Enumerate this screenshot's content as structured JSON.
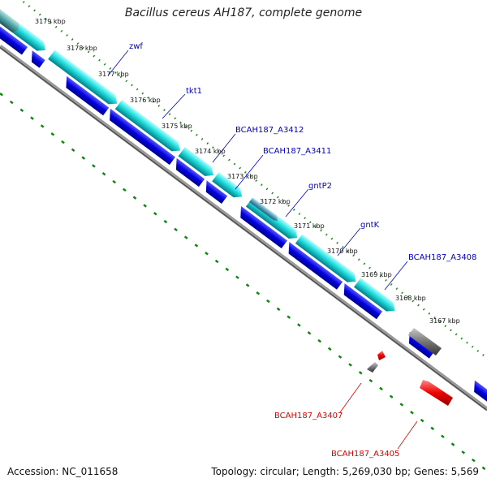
{
  "header": {
    "title": "Bacillus cereus AH187, complete genome"
  },
  "scale_labels": [
    "3179 kbp",
    "3178 kbp",
    "3177 kbp",
    "3176 kbp",
    "3175 kbp",
    "3174 kbp",
    "3173 kbp",
    "3172 kbp",
    "3171 kbp",
    "3170 kbp",
    "3169 kbp",
    "3168 kbp",
    "3167 kbp"
  ],
  "gene_labels": [
    "zwf",
    "tkt1",
    "BCAH187_A3412",
    "BCAH187_A3411",
    "gntP2",
    "gntK",
    "BCAH187_A3408"
  ],
  "red_labels": [
    "BCAH187_A3407",
    "BCAH187_A3405"
  ],
  "footer": {
    "accession": "Accession: NC_011658",
    "summary": "Topology: circular; Length: 5,269,030 bp; Genes: 5,569"
  },
  "colors": {
    "forward_cds": "#00cccc",
    "reverse_cds": "#0000dd",
    "red_feature": "#ee0000",
    "gray_feature": "#777777",
    "backbone": "#888888",
    "ticks": "#118811",
    "blue_label": "#0000cc",
    "red_label": "#dd0000"
  }
}
